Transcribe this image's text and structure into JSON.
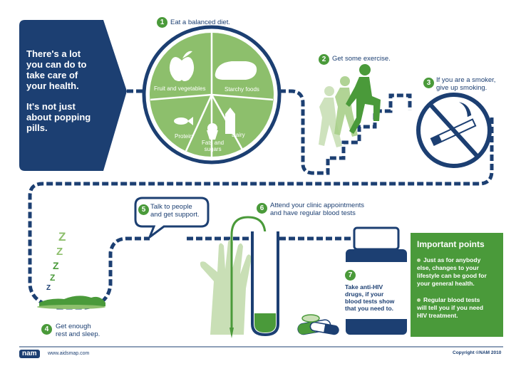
{
  "intro": {
    "line1": "There's a lot",
    "line2": "you can do to",
    "line3": "take care of",
    "line4": "your health.",
    "line5": "It's not just",
    "line6": "about popping",
    "line7": "pills."
  },
  "steps": [
    {
      "num": "1",
      "text": "Eat a balanced diet."
    },
    {
      "num": "2",
      "text": "Get some exercise."
    },
    {
      "num": "3",
      "line1": "If you are a smoker,",
      "line2": "give up smoking."
    },
    {
      "num": "4",
      "line1": "Get enough",
      "line2": "rest and sleep."
    },
    {
      "num": "5",
      "line1": "Talk to people",
      "line2": "and get support."
    },
    {
      "num": "6",
      "line1": "Attend your clinic appointments",
      "line2": "and have regular blood tests"
    },
    {
      "num": "7",
      "line1": "Take anti-HIV",
      "line2": "drugs, if your",
      "line3": "blood tests show",
      "line4": "that you need to."
    }
  ],
  "plate": {
    "fruit": "Fruit and vegetables",
    "starchy": "Starchy foods",
    "protein": "Protein",
    "fats1": "Fats and",
    "fats2": "sugars",
    "dairy": "Dairy"
  },
  "important": {
    "title": "Important points",
    "p1_l1": "Just as for anybody",
    "p1_l2": "else, changes to your",
    "p1_l3": "lifestyle can be good for",
    "p1_l4": "your general health.",
    "p2_l1": "Regular blood tests",
    "p2_l2": "will tell you if you need",
    "p2_l3": "HIV treatment."
  },
  "sleep_z": "Z",
  "footer": {
    "logo": "nam",
    "url": "www.aidsmap.com",
    "copyright": "Copyright ©NAM 2010"
  },
  "colors": {
    "navy": "#1c3f72",
    "green": "#4a9a3a",
    "light_green": "#8dbf6c",
    "pale_green": "#c9dfb6"
  }
}
